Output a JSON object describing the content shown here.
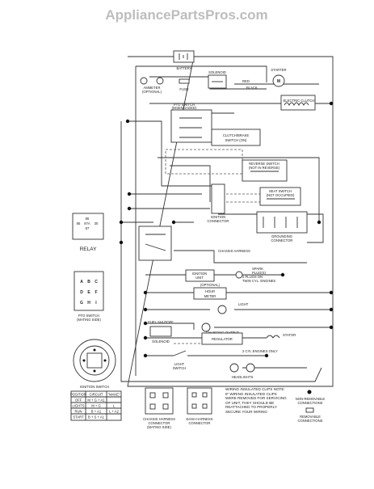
{
  "watermark": "AppliancePartsPros.com",
  "labels": {
    "battery": "BATTERY",
    "solenoid": "SOLENOID",
    "starter": "STARTER",
    "ammeter": "AMMETER",
    "ammeter_note": "(OPTIONAL)",
    "fuse": "FUSE",
    "red": "RED",
    "black": "BLACK",
    "electric_clutch": "ELECTRIC CLUTCH",
    "pto_switch_top": "PTO SWITCH",
    "pto_switch_top_note": "(DISENGAGED)",
    "clutch_brake": "CLUTCH/BRAKE",
    "clutch_brake_note": "SWITCH (ON)",
    "reverse_switch": "REVERSE SWITCH",
    "reverse_switch_note": "(NOT IN REVERSE)",
    "seat_switch": "SEAT SWITCH",
    "seat_switch_note": "(NOT OCCUPIED)",
    "ignition_connector_1": "IGNITION",
    "ignition_connector_2": "CONNECTOR",
    "grounding_1": "GROUNDING",
    "grounding_2": "CONNECTOR",
    "chassis_harness": "CHASSIS HARNESS",
    "ignition": "IGNITION",
    "unit": "UNIT",
    "spark_plug_1": "SPARK",
    "spark_plug_2": "PLUG(S)",
    "spark_plug_3": "2 PLUGS ON",
    "spark_plug_4": "TWIN CYL. ENGINES",
    "optional": "(OPTIONAL)",
    "hour_meter_1": "HOUR",
    "hour_meter_2": "METER",
    "light": "LIGHT",
    "relay_label": "RELAY",
    "pto_switch_view": "PTO SWITCH",
    "pto_switch_view_note": "(MATING SIDE)",
    "ignition_switch": "IGNITION SWITCH",
    "fuel_shutoff": "FUEL SHUTOFF",
    "fuel_shutoff_2": "SOLENOID",
    "charging_note": "CHARGING OUTPUT",
    "regulator": "REGULATOR",
    "stator": "STATOR",
    "light_switch_1": "LIGHT",
    "light_switch_2": "SWITCH",
    "headlights": "HEADLIGHTS",
    "connector_note": "2 CYL ENGINES ONLY",
    "wiring_note": "WIRING INSULATED CLIPS NOTE: IF WIRING INSULATED CLIPS WERE REMOVED FOR SERVICING OF UNIT, THEY SHOULD BE REATTACHED TO PROPERLY SECURE YOUR WIRING",
    "nonremovable": "NON-REMOVABLE",
    "nonremovable_2": "CONNECTIONS",
    "removable": "REMOVABLE",
    "removable_2": "CONNECTIONS",
    "chassis_connector_1": "CHASSIS HARNESS",
    "chassis_connector_2": "CONNECTOR",
    "chassis_connector_3": "(MATING SIDE)",
    "dash_harness_1": "DASH HARNESS",
    "dash_harness_2": "CONNECTOR"
  },
  "relay_pins": [
    "86",
    "87A",
    "87",
    "85",
    "30"
  ],
  "pto_pins": [
    "A",
    "B",
    "C",
    "D",
    "E",
    "F",
    "G",
    "H",
    "I"
  ],
  "ignition_table": {
    "headers": [
      "POSITION",
      "CIRCUIT",
      "\"MAKE\""
    ],
    "rows": [
      [
        "OFF",
        "M + G + A1",
        ""
      ],
      [
        "LIGHTS",
        "M + G",
        "L"
      ],
      [
        "RUN",
        "B + A1",
        "L + A2"
      ],
      [
        "START",
        "B + S + A1",
        ""
      ]
    ]
  }
}
